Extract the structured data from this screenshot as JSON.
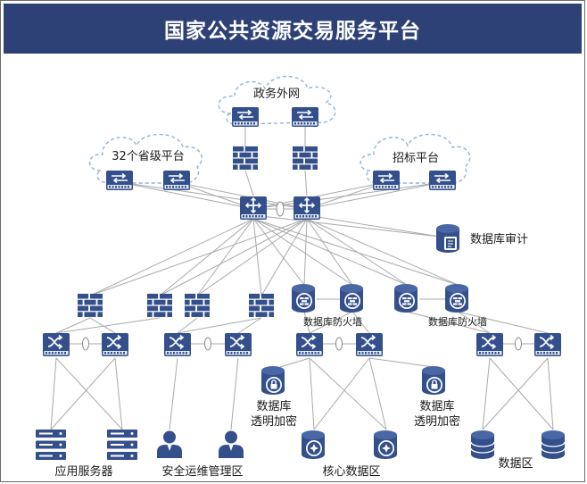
{
  "title": "国家公共资源交易服务平台",
  "clouds": {
    "gov_net": "政务外网",
    "provincial": "32个省级平台",
    "bidding": "招标平台"
  },
  "labels": {
    "db_audit": "数据库审计",
    "db_firewall_left": "数据库防火墙",
    "db_firewall_right": "数据库防火墙",
    "encrypt_left_line1": "数据库",
    "encrypt_left_line2": "透明加密",
    "encrypt_right_line1": "数据库",
    "encrypt_right_line2": "透明加密",
    "app_servers": "应用服务器",
    "ops_zone": "安全运维管理区",
    "core_data": "核心数据区",
    "data_zone": "数据区"
  },
  "colors": {
    "navy": "#2d4177",
    "device": "#34508c",
    "line": "#a9a9a9",
    "cloud_stroke": "#8fb3d4"
  },
  "icons": {
    "router": "router-icon",
    "firewall": "firewall-icon",
    "core_switch": "core-switch-icon",
    "access_switch": "switch-icon",
    "database": "database-icon",
    "encrypted_db": "encrypted-database-icon",
    "server": "server-icon",
    "admin": "admin-icon"
  }
}
